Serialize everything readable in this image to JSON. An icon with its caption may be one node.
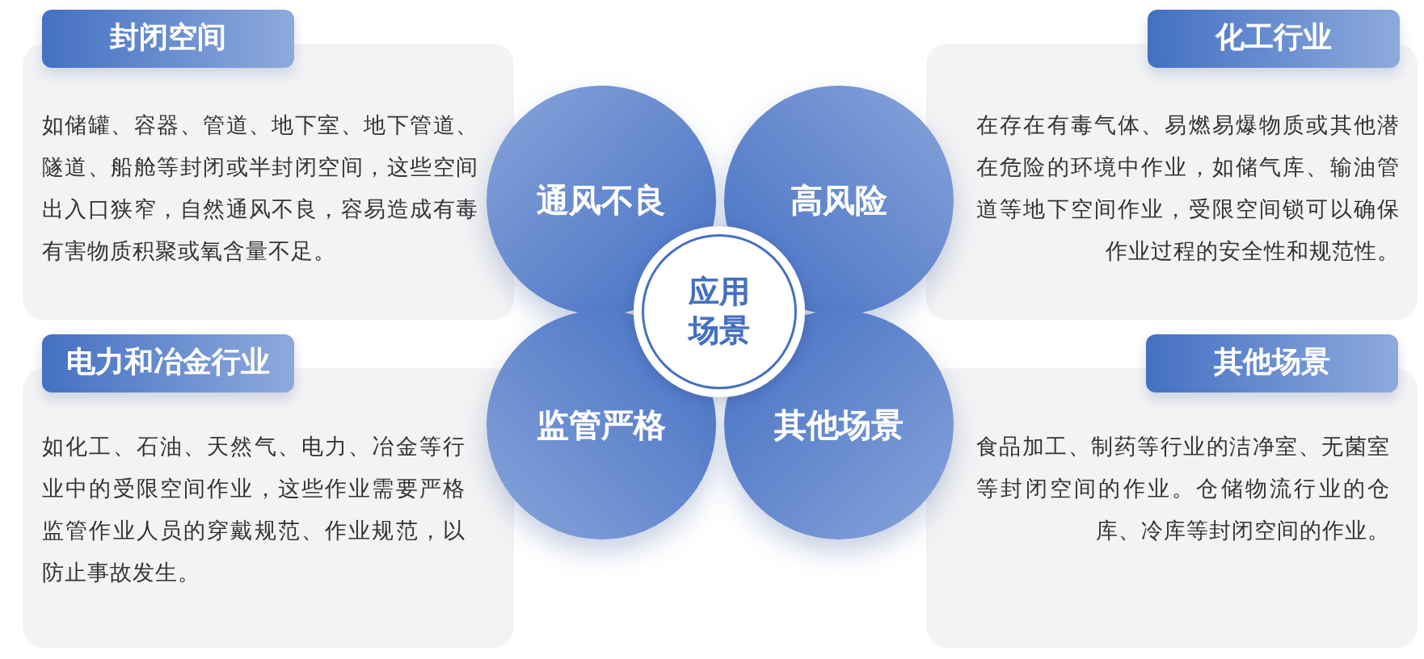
{
  "diagram": {
    "nodes": [
      {
        "text": [
          "封闭空间",
          "如储罐、容器、管道、地下室、地下管道、隧道、船舱等封闭或半封闭空间，这些空间出入口狭窄，自然通风不良，容易造成有毒有害物质积聚或氧含量不足。"
        ]
      },
      {
        "text": [
          "通风不良"
        ]
      },
      {
        "text": [
          "高风险"
        ]
      },
      {
        "text": [
          "化工行业",
          "在存在有毒气体、易燃易爆物质或其他潜在危险的环境中作业，如储气库、输油管道等地下空间作业，受限空间锁可以确保作业过程的安全性和规范性。"
        ]
      },
      {
        "text": [
          "应用场景"
        ]
      },
      {
        "text": [
          "电力和冶金行业",
          "如化工、石油、天然气、电力、冶金等行业中的受限空间作业，这些作业需要严格监管作业人员的穿戴规范、作业规范，以防止事故发生。"
        ]
      },
      {
        "text": [
          "监管严格"
        ]
      },
      {
        "text": [
          "其他场景"
        ]
      },
      {
        "text": [
          "其他场景",
          "食品加工、制药等行业的洁净室、无菌室等封闭空间的作业。仓储物流行业的仓库、冷库等封闭空间的作业。"
        ]
      }
    ]
  }
}
